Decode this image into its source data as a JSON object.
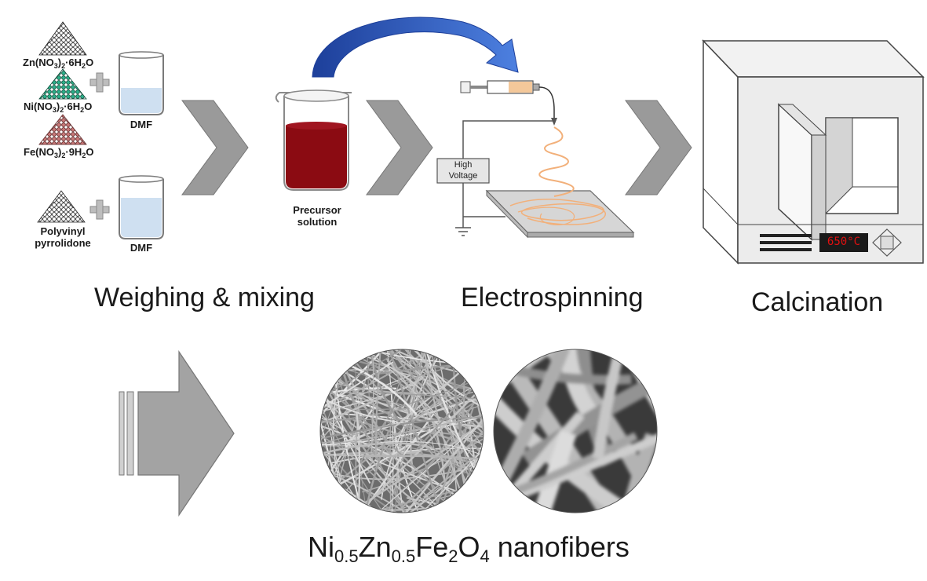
{
  "reagents": {
    "zn": {
      "base": "Zn(NO",
      "s1": "3",
      "mid": ")",
      "s2": "2",
      "rest": "·6H",
      "s3": "2",
      "end": "O"
    },
    "ni": {
      "base": "Ni(NO",
      "s1": "3",
      "mid": ")",
      "s2": "2",
      "rest": "·6H",
      "s3": "2",
      "end": "O"
    },
    "fe": {
      "base": "Fe(NO",
      "s1": "3",
      "mid": ")",
      "s2": "2",
      "rest": "·9H",
      "s3": "2",
      "end": "O"
    },
    "pvp_line1": "Polyvinyl",
    "pvp_line2": "pyrrolidone",
    "solvent_top": "DMF",
    "solvent_bottom": "DMF"
  },
  "precursor": {
    "line1": "Precursor",
    "line2": "solution"
  },
  "electrospinning": {
    "hv_line1": "High",
    "hv_line2": "Voltage"
  },
  "furnace": {
    "display_temp": "650°C"
  },
  "stages": {
    "mixing": "Weighing & mixing",
    "spinning": "Electrospinning",
    "calcination": "Calcination"
  },
  "product": {
    "p1": "Ni",
    "s1": "0.5",
    "p2": "Zn",
    "s2": "0.5",
    "p3": "Fe",
    "s3": "2",
    "p4": "O",
    "s4": "4",
    "p5": " nanofibers"
  },
  "colors": {
    "zn_powder": "#ffffff",
    "ni_powder": "#2bb08a",
    "fe_powder": "#c97878",
    "solution": "#8b0b12",
    "dmf": "#cfe0f1",
    "fiber": "#f2b07a",
    "flow_arrow": "#2f5fc4",
    "chevron": "#9a9a9a",
    "display_text": "#e01010"
  }
}
